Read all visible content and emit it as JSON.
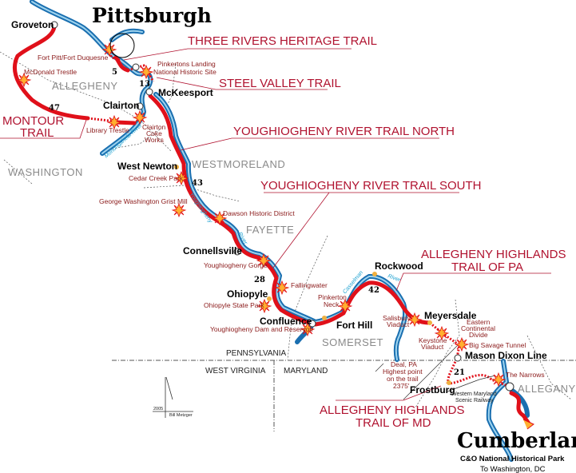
{
  "title": "Pittsburgh",
  "destination": {
    "name": "Cumberland",
    "line1": "C&O National Historical Park",
    "line2": "To Washington, DC"
  },
  "towns": [
    "Groveton",
    "Clairton",
    "McKeesport",
    "West Newton",
    "Connellsville",
    "Ohiopyle",
    "Confluence",
    "Fort Hill",
    "Rockwood",
    "Meyersdale",
    "Mason Dixon Line",
    "Frostburg"
  ],
  "trails": {
    "three_rivers": "THREE RIVERS HERITAGE TRAIL",
    "steel_valley": "STEEL VALLEY TRAIL",
    "yough_north": "YOUGHIOGHENY RIVER TRAIL NORTH",
    "yough_south": "YOUGHIOGHENY RIVER TRAIL SOUTH",
    "ahpa_1": "ALLEGHENY HIGHLANDS",
    "ahpa_2": "TRAIL OF  PA",
    "ahmd_1": "ALLEGHENY HIGHLANDS",
    "ahmd_2": "TRAIL OF MD",
    "montour_1": "MONTOUR",
    "montour_2": "TRAIL"
  },
  "counties": [
    "ALLEGHENY",
    "WASHINGTON",
    "WESTMORELAND",
    "FAYETTE",
    "SOMERSET",
    "ALLEGANY"
  ],
  "states": [
    "PENNSYLVANIA",
    "WEST VIRGINIA",
    "MARYLAND"
  ],
  "landmarks": {
    "fort_pitt": "Fort Pitt/Fort Duquesne",
    "mcdonald": "McDonald Trestle",
    "library": "Library Trestle",
    "coke_1": "Clairton",
    "coke_2": "Coke",
    "coke_3": "Works",
    "pink_1": "Pinkertons Landing",
    "pink_2": "National Historic Site",
    "cedar": "Cedar Creek Park",
    "grist": "George Washington Grist Mill",
    "dawson": "Dawson Historic District",
    "gorge": "Youghiogheny Gorge",
    "falling": "Fallingwater",
    "ohiopyle_sp": "Ohiopyle State Park",
    "dam": "Youghiogheny Dam and Reservoir",
    "neck_1": "Pinkerton",
    "neck_2": "Neck",
    "salis_1": "Salisbury",
    "salis_2": "Viaduct",
    "key_1": "Keystone",
    "key_2": "Viaduct",
    "ecd_1": "Eastern",
    "ecd_2": "Continental",
    "ecd_3": "Divide",
    "tunnel": "Big Savage Tunnel",
    "narrows": "The Narrows",
    "deal_1": "Deal, PA",
    "deal_2": "Highest point",
    "deal_3": "on the trail",
    "deal_4": "2375'",
    "wm_1": "Western Maryland",
    "wm_2": "Scenic Railway"
  },
  "rivers": {
    "mon": "Monongahela River",
    "yough": "Youghiogheny",
    "yough_river": "River",
    "cass": "Casselman",
    "cass_river": "River"
  },
  "mile_markers": [
    "5",
    "13",
    "47",
    "43",
    "28",
    "42",
    "21"
  ],
  "credit": {
    "year": "2005",
    "author": "Bill Metzger"
  },
  "colors": {
    "trail": "#e0101a",
    "river": "#1a6fb0",
    "label": "#b0122f",
    "star": "#ffb030"
  }
}
